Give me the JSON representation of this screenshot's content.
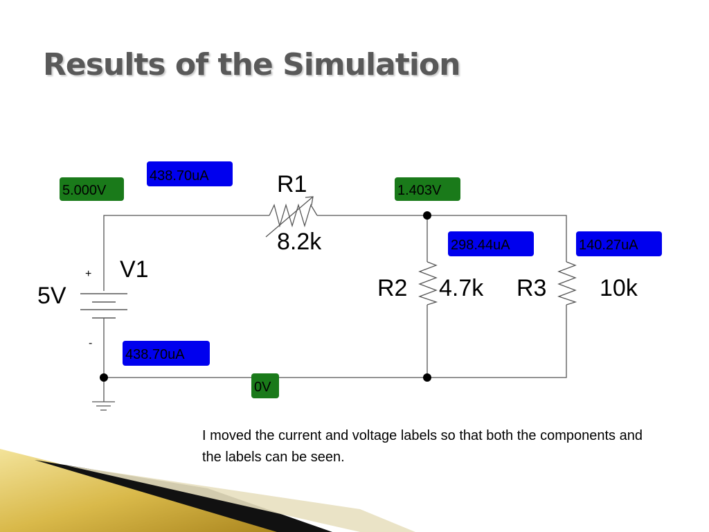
{
  "slide": {
    "title": "Results of the Simulation",
    "caption": "I moved the current and voltage labels so that both the components and the labels can be seen."
  },
  "colors": {
    "wire": "#555555",
    "voltage_probe": "#1a7a1a",
    "current_probe": "#0000ee",
    "title": "#595959"
  },
  "circuit": {
    "source": {
      "name": "V1",
      "value": "5V",
      "plus": "+",
      "minus": "-"
    },
    "r1": {
      "name": "R1",
      "value": "8.2k"
    },
    "r2": {
      "name": "R2",
      "value": "4.7k"
    },
    "r3": {
      "name": "R3",
      "value": "10k"
    },
    "probes": {
      "v_source_top": "5.000V",
      "i_r1": "438.70uA",
      "v_node": "1.403V",
      "i_r2": "298.44uA",
      "i_r3": "140.27uA",
      "i_source": "438.70uA",
      "v_ground": "0V"
    }
  }
}
